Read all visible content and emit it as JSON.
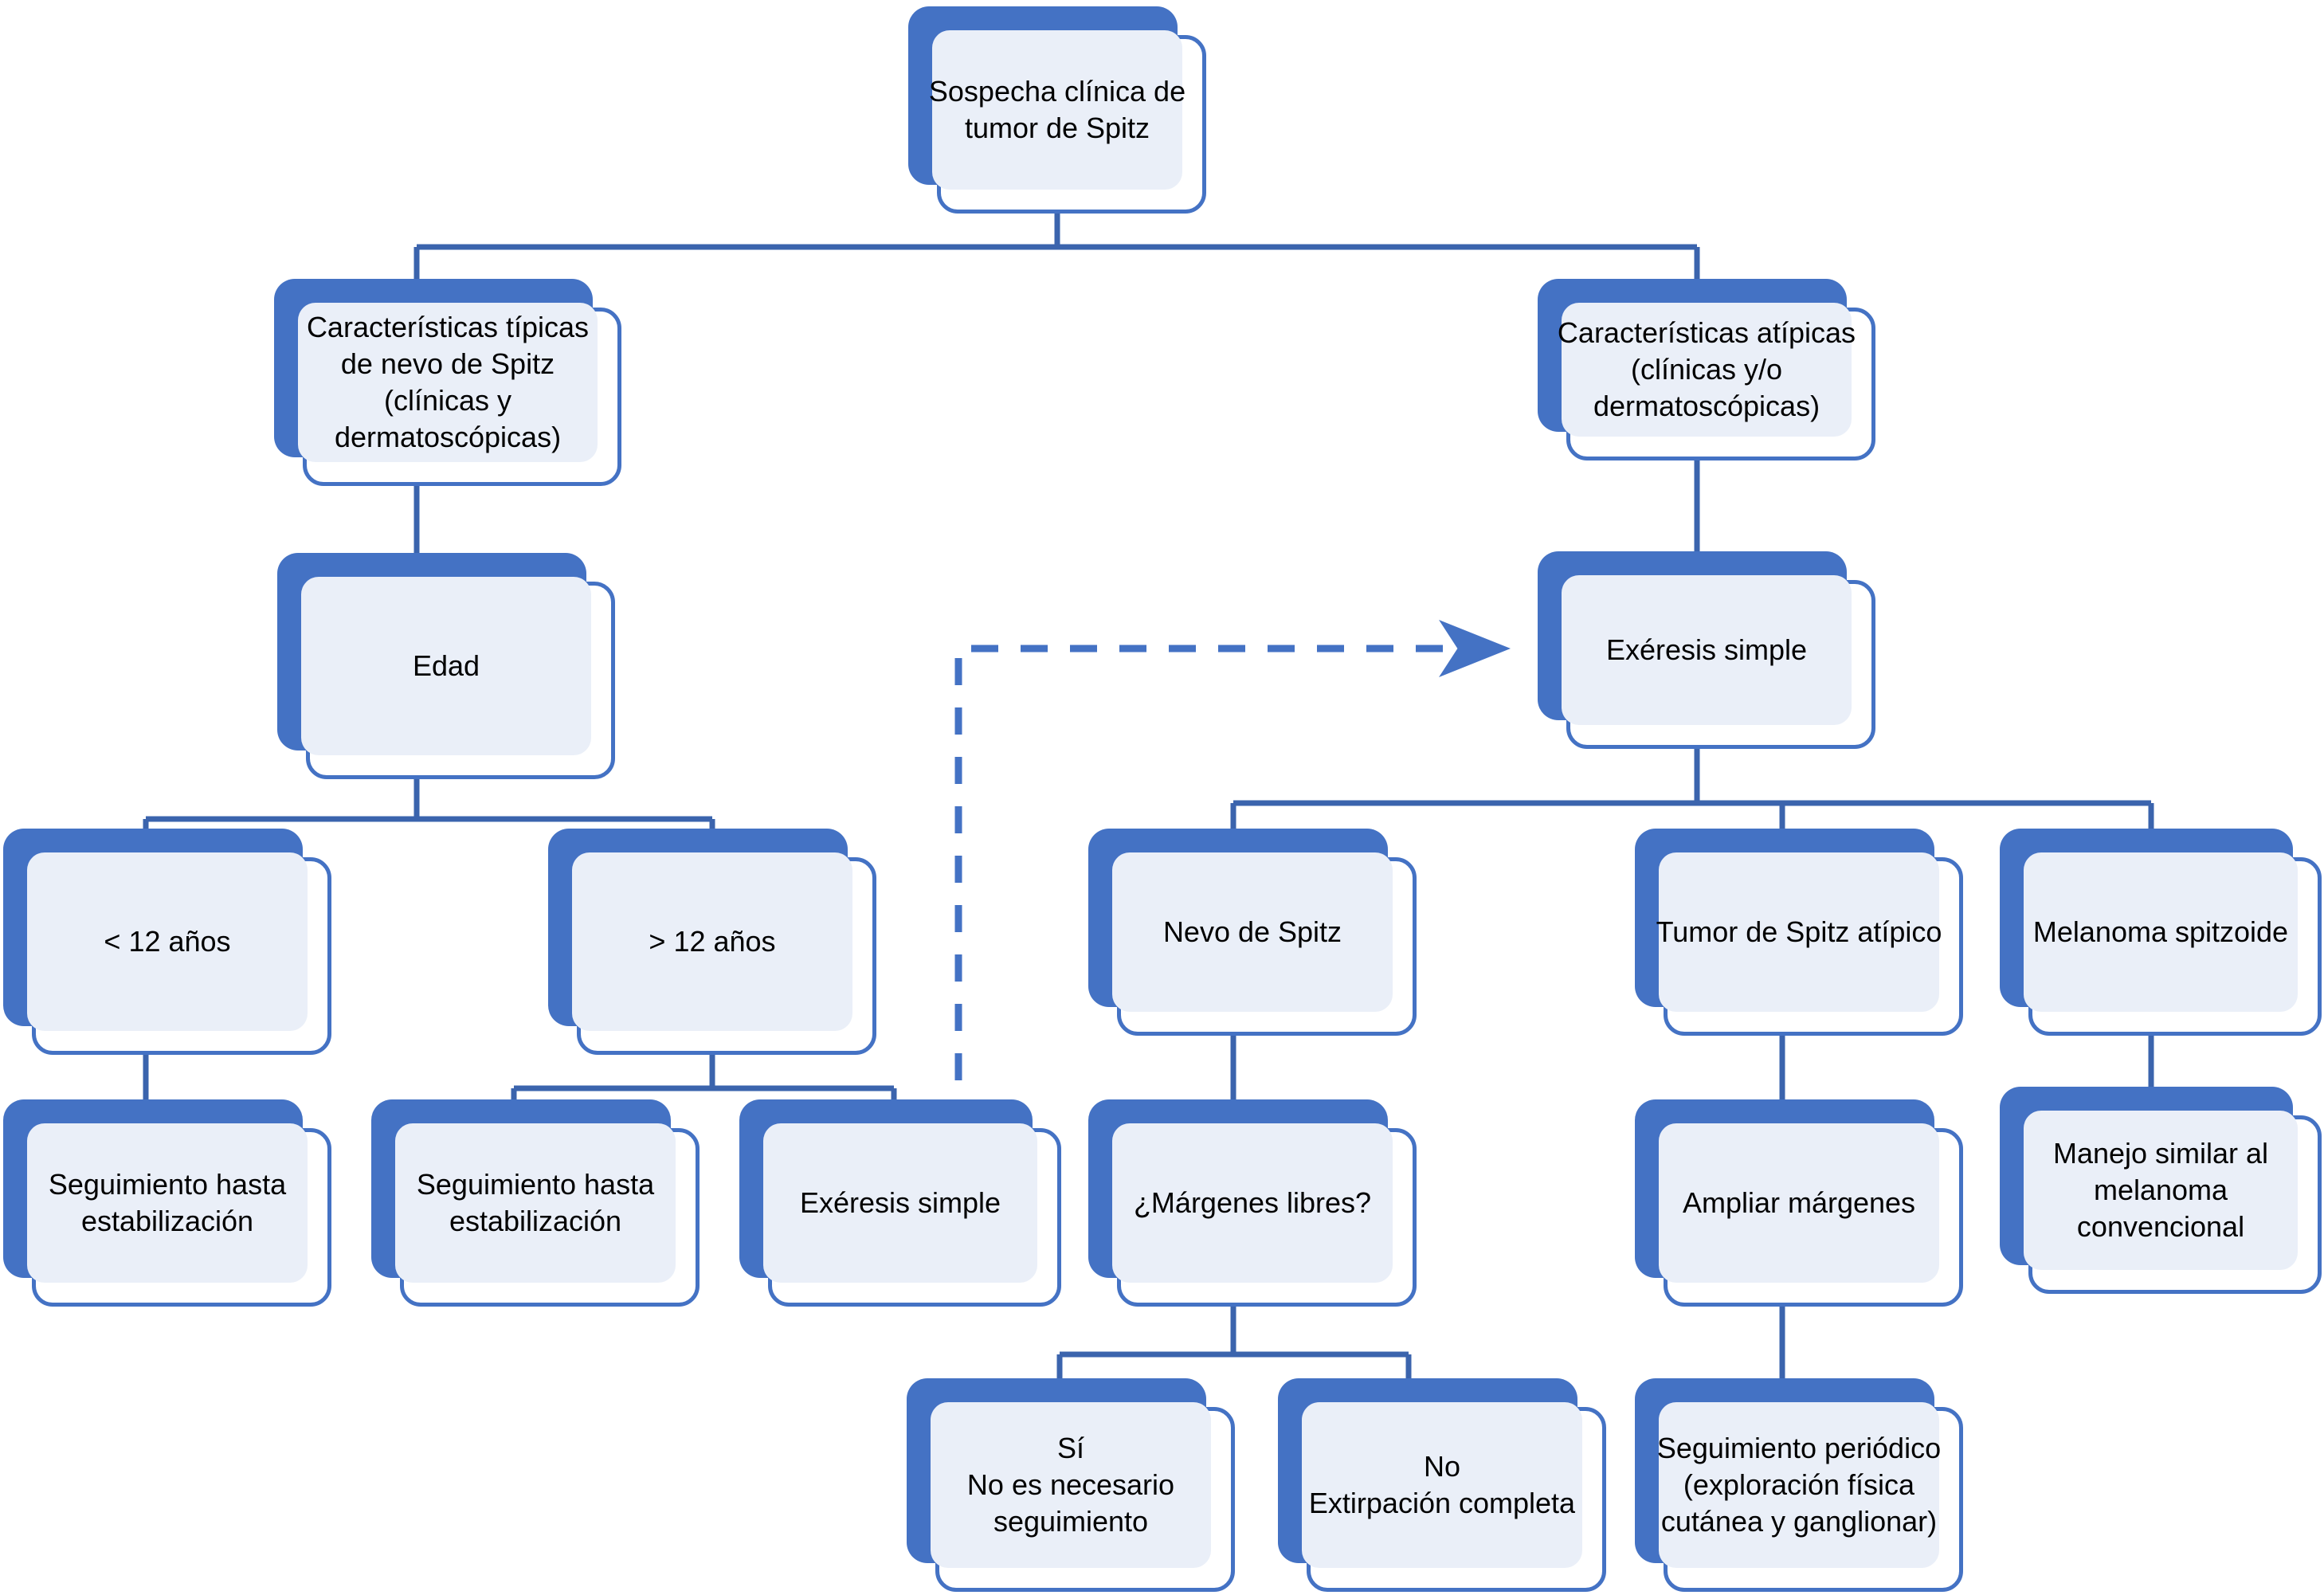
{
  "diagram": {
    "title": "Algoritmo de manejo de la sospecha clinica de tumor de Spitz",
    "accent_color": "#4472C4",
    "node_fill_color": "#EAEFF8",
    "card_color": "#FFFFFF",
    "text_color": "#000000",
    "background": "#FFFFFF"
  },
  "nodes": {
    "root": {
      "text": "Sospecha clínica de\ntumor de Spitz"
    },
    "typical": {
      "text": "Características típicas\nde nevo de Spitz\n(clínicas y\ndermatoscópicas)"
    },
    "atypical": {
      "text": "Características atípicas\n(clínicas y/o\ndermatoscópicas)"
    },
    "age": {
      "text": "Edad"
    },
    "excision_right": {
      "text": "Exéresis simple"
    },
    "under12": {
      "text": "< 12 años"
    },
    "over12": {
      "text": "> 12 años"
    },
    "followup_left": {
      "text": "Seguimiento hasta\nestabilización"
    },
    "followup_mid": {
      "text": "Seguimiento hasta\nestabilización"
    },
    "excision_left": {
      "text": "Exéresis simple"
    },
    "spitz_nevus": {
      "text": "Nevo de Spitz"
    },
    "atypical_tumor": {
      "text": "Tumor de Spitz atípico"
    },
    "spitzoid_melanoma": {
      "text": "Melanoma spitzoide"
    },
    "margins_question": {
      "text": "¿Márgenes libres?"
    },
    "widen_margins": {
      "text": "Ampliar márgenes"
    },
    "melanoma_management": {
      "text": "Manejo similar al\nmelanoma\nconvencional"
    },
    "yes_no_followup": {
      "text": "Sí\nNo es necesario\nseguimiento"
    },
    "no_complete_excision": {
      "text": "No\nExtirpación completa"
    },
    "periodic_followup": {
      "text": "Seguimiento periódico\n(exploración física\ncutánea y ganglionar)"
    }
  },
  "chart_data": {
    "type": "flowchart",
    "title": "Manejo de la sospecha clínica de tumor de Spitz",
    "orientation": "top-down",
    "nodes": [
      {
        "id": "root",
        "label": "Sospecha clínica de tumor de Spitz",
        "level": 0
      },
      {
        "id": "typical",
        "label": "Características típicas de nevo de Spitz (clínicas y dermatoscópicas)",
        "level": 1
      },
      {
        "id": "atypical",
        "label": "Características atípicas (clínicas y/o dermatoscópicas)",
        "level": 1
      },
      {
        "id": "age",
        "label": "Edad",
        "level": 2
      },
      {
        "id": "excision_right",
        "label": "Exéresis simple",
        "level": 2
      },
      {
        "id": "under12",
        "label": "< 12 años",
        "level": 3
      },
      {
        "id": "over12",
        "label": "> 12 años",
        "level": 3
      },
      {
        "id": "spitz_nevus",
        "label": "Nevo de Spitz",
        "level": 3
      },
      {
        "id": "atypical_tumor",
        "label": "Tumor de Spitz atípico",
        "level": 3
      },
      {
        "id": "spitzoid_melanoma",
        "label": "Melanoma spitzoide",
        "level": 3
      },
      {
        "id": "followup_left",
        "label": "Seguimiento hasta estabilización",
        "level": 4
      },
      {
        "id": "followup_mid",
        "label": "Seguimiento hasta estabilización",
        "level": 4
      },
      {
        "id": "excision_left",
        "label": "Exéresis simple",
        "level": 4
      },
      {
        "id": "margins_question",
        "label": "¿Márgenes libres?",
        "level": 4
      },
      {
        "id": "widen_margins",
        "label": "Ampliar márgenes",
        "level": 4
      },
      {
        "id": "melanoma_management",
        "label": "Manejo similar al melanoma convencional",
        "level": 4
      },
      {
        "id": "yes_no_followup",
        "label": "Sí — No es necesario seguimiento",
        "level": 5
      },
      {
        "id": "no_complete_excision",
        "label": "No — Extirpación completa",
        "level": 5
      },
      {
        "id": "periodic_followup",
        "label": "Seguimiento periódico (exploración física cutánea y ganglionar)",
        "level": 5
      }
    ],
    "edges": [
      {
        "from": "root",
        "to": "typical",
        "style": "solid"
      },
      {
        "from": "root",
        "to": "atypical",
        "style": "solid"
      },
      {
        "from": "typical",
        "to": "age",
        "style": "solid"
      },
      {
        "from": "atypical",
        "to": "excision_right",
        "style": "solid"
      },
      {
        "from": "age",
        "to": "under12",
        "style": "solid"
      },
      {
        "from": "age",
        "to": "over12",
        "style": "solid"
      },
      {
        "from": "under12",
        "to": "followup_left",
        "style": "solid"
      },
      {
        "from": "over12",
        "to": "followup_mid",
        "style": "solid"
      },
      {
        "from": "over12",
        "to": "excision_left",
        "style": "solid"
      },
      {
        "from": "excision_left",
        "to": "excision_right",
        "style": "dashed",
        "arrow": true
      },
      {
        "from": "excision_right",
        "to": "spitz_nevus",
        "style": "solid"
      },
      {
        "from": "excision_right",
        "to": "atypical_tumor",
        "style": "solid"
      },
      {
        "from": "excision_right",
        "to": "spitzoid_melanoma",
        "style": "solid"
      },
      {
        "from": "spitz_nevus",
        "to": "margins_question",
        "style": "solid"
      },
      {
        "from": "margins_question",
        "to": "yes_no_followup",
        "style": "solid"
      },
      {
        "from": "margins_question",
        "to": "no_complete_excision",
        "style": "solid"
      },
      {
        "from": "atypical_tumor",
        "to": "widen_margins",
        "style": "solid"
      },
      {
        "from": "widen_margins",
        "to": "periodic_followup",
        "style": "solid"
      },
      {
        "from": "spitzoid_melanoma",
        "to": "melanoma_management",
        "style": "solid"
      }
    ]
  }
}
